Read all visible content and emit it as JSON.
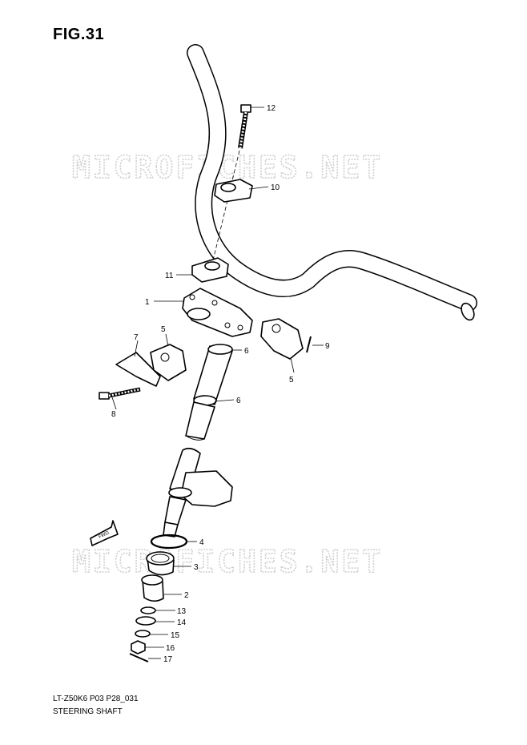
{
  "figure": {
    "title": "FIG.31"
  },
  "watermark": {
    "text": "MICROFICHES.NET"
  },
  "direction_badge": {
    "text": "FWD"
  },
  "callouts": [
    "1",
    "2",
    "3",
    "4",
    "5",
    "5",
    "6",
    "6",
    "7",
    "8",
    "9",
    "10",
    "11",
    "12",
    "13",
    "14",
    "15",
    "16",
    "17"
  ],
  "footer": {
    "code": "LT-Z50K6 P03 P28_031",
    "name": "STEERING SHAFT"
  }
}
